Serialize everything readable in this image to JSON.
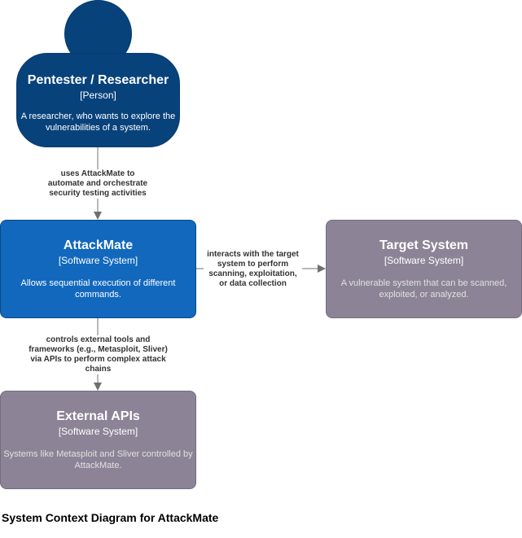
{
  "colors": {
    "person": "#08427b",
    "system": "#1168bd",
    "external": "#8c8496",
    "external_desc": "#e0e0e0",
    "arrow": "#707070"
  },
  "person": {
    "name": "Pentester / Researcher",
    "type": "[Person]",
    "description": "A researcher, who wants to explore the vulnerabilities of a system."
  },
  "attackmate": {
    "name": "AttackMate",
    "type": "[Software System]",
    "description": "Allows sequential execution of different commands."
  },
  "target": {
    "name": "Target System",
    "type": "[Software System]",
    "description": "A vulnerable system that can be scanned, exploited, or analyzed."
  },
  "external_apis": {
    "name": "External APIs",
    "type": "[Software System]",
    "description": "Systems like Metasploit and Sliver controlled by AttackMate."
  },
  "edges": {
    "person_to_attackmate": "uses AttackMate to automate and orchestrate security testing activities",
    "attackmate_to_target": "interacts with the target system to perform scanning, exploitation, or data collection",
    "attackmate_to_external": "controls external tools and frameworks (e.g., Metasploit, Sliver) via APIs to perform complex attack chains"
  },
  "caption": "System Context Diagram for AttackMate"
}
